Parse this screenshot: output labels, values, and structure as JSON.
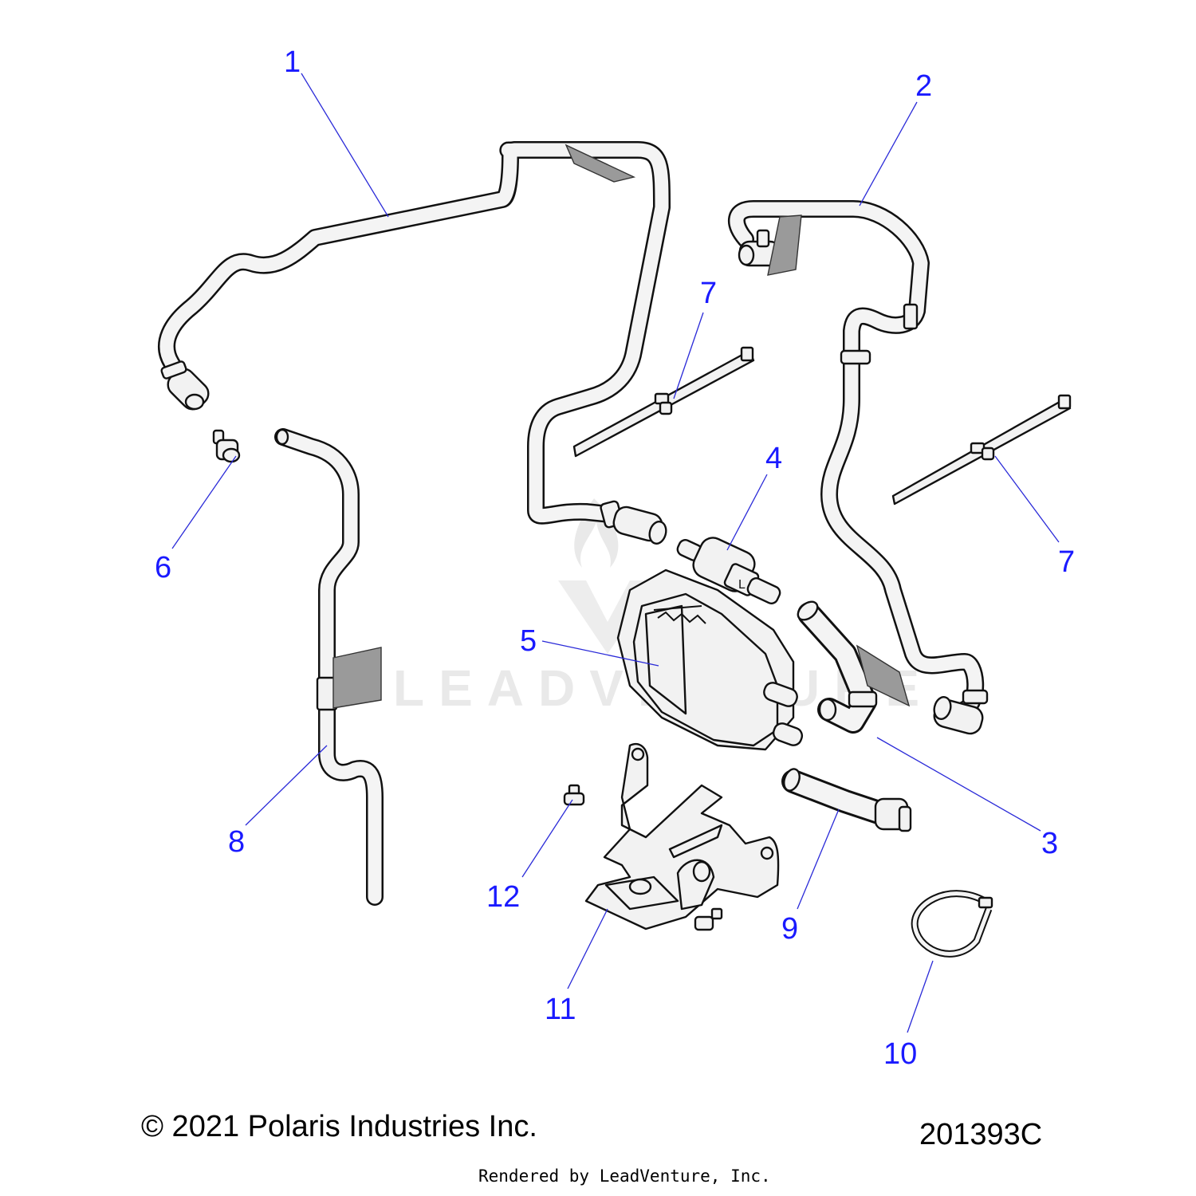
{
  "diagram": {
    "callouts": [
      "1",
      "2",
      "3",
      "4",
      "5",
      "6",
      "7",
      "7",
      "8",
      "9",
      "10",
      "11",
      "12"
    ],
    "watermark": "LEADVENTURE",
    "copyright": "© 2021 Polaris Industries Inc.",
    "drawing_number": "201393C",
    "render_credit": "Rendered by LeadVenture, Inc."
  },
  "colors": {
    "callout_text": "#1a1aff",
    "leader_line": "#2a2ad8",
    "line_art": "#111111",
    "part_fill": "#f2f2f2",
    "tag_fill": "#9a9a9a",
    "watermark": "#d8d8d8"
  }
}
